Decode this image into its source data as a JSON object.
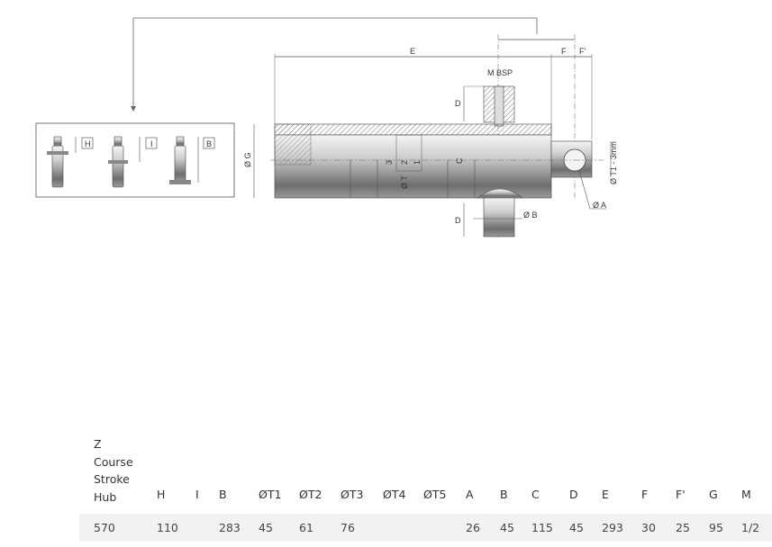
{
  "drawing": {
    "inset_labels": [
      "H",
      "I",
      "B"
    ],
    "dimension_labels": {
      "E": "E",
      "F": "F",
      "F_prime": "F'",
      "M_BSP": "M BSP",
      "D_top": "D",
      "D_bottom": "D",
      "G": "Ø G",
      "T": "Ø T",
      "C": "C",
      "T1": "Ø T1 - 3mm",
      "A": "Ø A",
      "B": "Ø B",
      "stage_3": "3",
      "stage_2": "2",
      "stage_1": "1"
    }
  },
  "table": {
    "first_header_lines": [
      "Z",
      "Course",
      "Stroke",
      "Hub"
    ],
    "headers": [
      "H",
      "I",
      "B",
      "ØT1",
      "ØT2",
      "ØT3",
      "ØT4",
      "ØT5",
      "A",
      "B",
      "C",
      "D",
      "E",
      "F",
      "F'",
      "G",
      "M"
    ],
    "row": [
      "570",
      "110",
      "",
      "283",
      "45",
      "61",
      "76",
      "",
      "",
      "26",
      "45",
      "115",
      "45",
      "293",
      "30",
      "25",
      "95",
      "1/2"
    ]
  }
}
